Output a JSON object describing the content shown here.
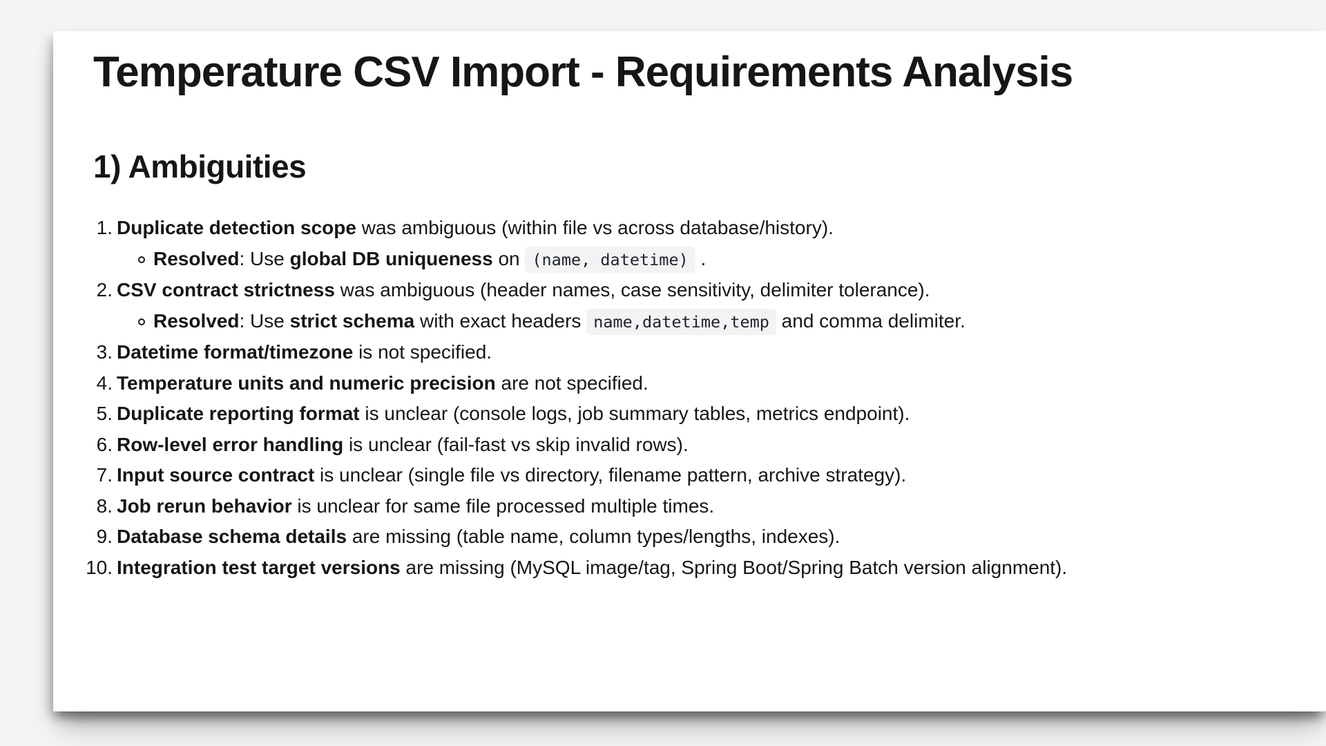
{
  "page": {
    "title": "Temperature CSV Import - Requirements Analysis",
    "section_heading": "1) Ambiguities"
  },
  "colors": {
    "text": "#161616",
    "card_bg": "#ffffff",
    "page_bg": "#f4f4f5",
    "code_bg": "#f2f3f5"
  },
  "ambiguities": {
    "items": [
      {
        "number": "1.",
        "segments": [
          {
            "style": "bold",
            "text": "Duplicate detection scope"
          },
          {
            "style": "plain",
            "text": " was ambiguous (within file vs across database/history)."
          }
        ],
        "sub_items": [
          {
            "marker": "circle",
            "segments": [
              {
                "style": "bold",
                "text": "Resolved"
              },
              {
                "style": "plain",
                "text": ": Use "
              },
              {
                "style": "bold",
                "text": "global DB uniqueness"
              },
              {
                "style": "plain",
                "text": " on "
              },
              {
                "style": "code",
                "text": "(name, datetime)"
              },
              {
                "style": "plain",
                "text": " ."
              }
            ]
          }
        ]
      },
      {
        "number": "2.",
        "segments": [
          {
            "style": "bold",
            "text": "CSV contract strictness"
          },
          {
            "style": "plain",
            "text": " was ambiguous (header names, case sensitivity, delimiter tolerance)."
          }
        ],
        "sub_items": [
          {
            "marker": "circle",
            "segments": [
              {
                "style": "bold",
                "text": "Resolved"
              },
              {
                "style": "plain",
                "text": ": Use "
              },
              {
                "style": "bold",
                "text": "strict schema"
              },
              {
                "style": "plain",
                "text": " with exact headers "
              },
              {
                "style": "code",
                "text": "name,datetime,temp"
              },
              {
                "style": "plain",
                "text": " and comma delimiter."
              }
            ]
          }
        ]
      },
      {
        "number": "3.",
        "segments": [
          {
            "style": "bold",
            "text": "Datetime format/timezone"
          },
          {
            "style": "plain",
            "text": " is not specified."
          }
        ],
        "sub_items": []
      },
      {
        "number": "4.",
        "segments": [
          {
            "style": "bold",
            "text": "Temperature units and numeric precision"
          },
          {
            "style": "plain",
            "text": " are not specified."
          }
        ],
        "sub_items": []
      },
      {
        "number": "5.",
        "segments": [
          {
            "style": "bold",
            "text": "Duplicate reporting format"
          },
          {
            "style": "plain",
            "text": " is unclear (console logs, job summary tables, metrics endpoint)."
          }
        ],
        "sub_items": []
      },
      {
        "number": "6.",
        "segments": [
          {
            "style": "bold",
            "text": "Row-level error handling"
          },
          {
            "style": "plain",
            "text": " is unclear (fail-fast vs skip invalid rows)."
          }
        ],
        "sub_items": []
      },
      {
        "number": "7.",
        "segments": [
          {
            "style": "bold",
            "text": "Input source contract"
          },
          {
            "style": "plain",
            "text": " is unclear (single file vs directory, filename pattern, archive strategy)."
          }
        ],
        "sub_items": []
      },
      {
        "number": "8.",
        "segments": [
          {
            "style": "bold",
            "text": "Job rerun behavior"
          },
          {
            "style": "plain",
            "text": " is unclear for same file processed multiple times."
          }
        ],
        "sub_items": []
      },
      {
        "number": "9.",
        "segments": [
          {
            "style": "bold",
            "text": "Database schema details"
          },
          {
            "style": "plain",
            "text": " are missing (table name, column types/lengths, indexes)."
          }
        ],
        "sub_items": []
      },
      {
        "number": "10.",
        "segments": [
          {
            "style": "bold",
            "text": "Integration test target versions"
          },
          {
            "style": "plain",
            "text": " are missing (MySQL image/tag, Spring Boot/Spring Batch version alignment)."
          }
        ],
        "sub_items": []
      }
    ]
  }
}
